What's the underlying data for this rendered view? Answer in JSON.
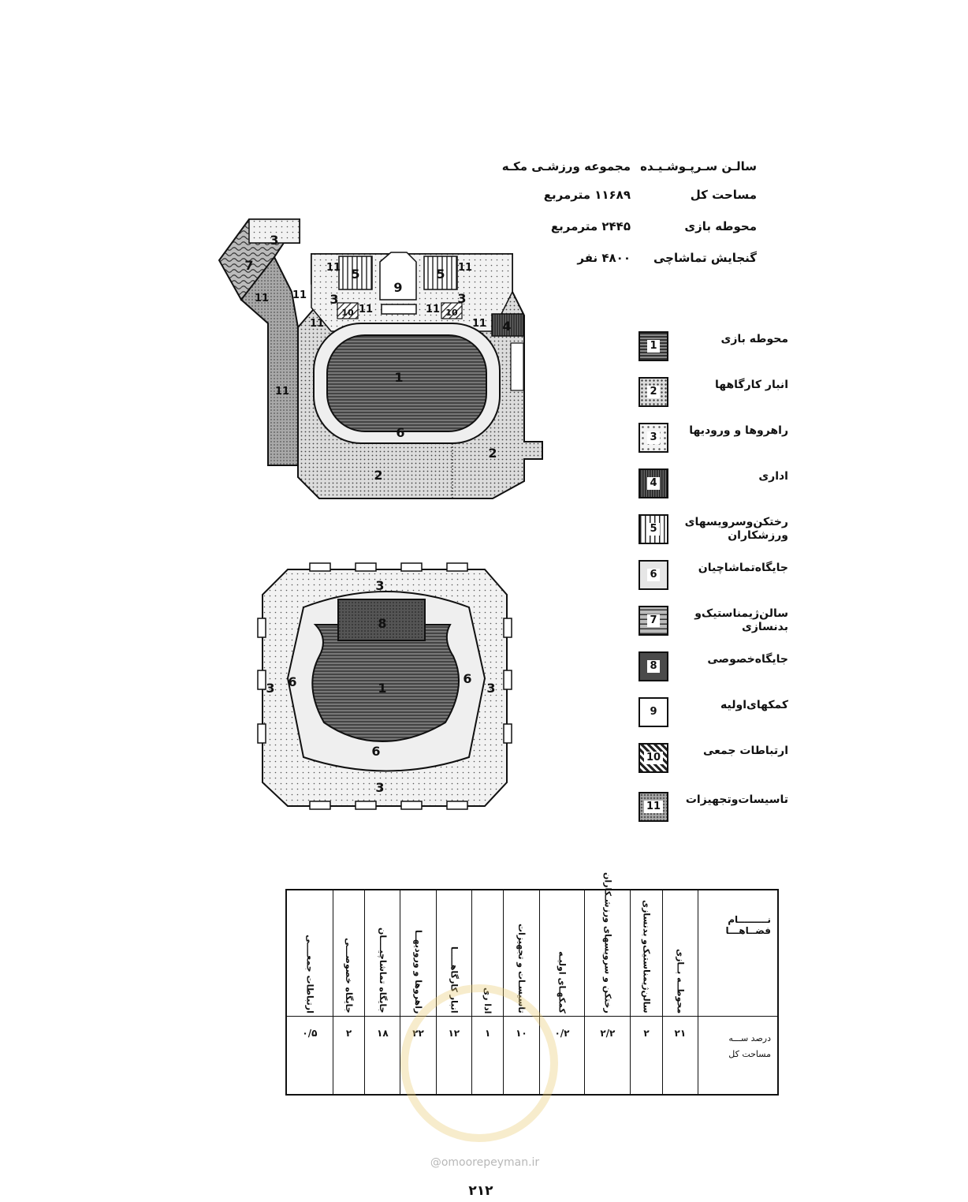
{
  "header": {
    "rows": [
      {
        "label": "سالـن سـرپـوشـیـده",
        "value": "مجموعه ورزشـی مکـه"
      },
      {
        "label": "مساحت کل",
        "value": "۱۱۶۸۹ مترمربع"
      },
      {
        "label": "محوطه بازی",
        "value": "۲۴۴۵ مترمربع"
      },
      {
        "label": "گنجایش تماشاچی",
        "value": "۴۸۰۰ نفر"
      }
    ]
  },
  "plan_labels": {
    "top": [
      "1",
      "2",
      "2",
      "3",
      "3",
      "3",
      "4",
      "5",
      "5",
      "6",
      "7",
      "9",
      "10",
      "10",
      "11",
      "11",
      "11",
      "11",
      "11",
      "11",
      "11",
      "11"
    ],
    "bottom": [
      "1",
      "3",
      "3",
      "3",
      "3",
      "6",
      "6",
      "6",
      "8"
    ]
  },
  "legend": [
    {
      "num": "1",
      "label": "محوطه بازی",
      "pattern": "hlines"
    },
    {
      "num": "2",
      "label": "انبار کارگاهها",
      "pattern": "dots-dense"
    },
    {
      "num": "3",
      "label": "راهروها و ورودیها",
      "pattern": "dots-sparse"
    },
    {
      "num": "4",
      "label": "اداری",
      "pattern": "vlines-dense"
    },
    {
      "num": "5",
      "label": "رختکن‌وسرویسهای ورزشکاران",
      "pattern": "vlines"
    },
    {
      "num": "6",
      "label": "جایگاه‌تماشاچیان",
      "pattern": "light"
    },
    {
      "num": "7",
      "label": "سالن‌ژیمناستیک‌و بدنسازی",
      "pattern": "waves"
    },
    {
      "num": "8",
      "label": "جایگاه‌خصوصی",
      "pattern": "dark"
    },
    {
      "num": "9",
      "label": "کمکهای‌اولیه",
      "pattern": "blank"
    },
    {
      "num": "10",
      "label": "ارتباطات جمعی",
      "pattern": "diag"
    },
    {
      "num": "11",
      "label": "تاسیسات‌وتجهیزات",
      "pattern": "dots-grey"
    }
  ],
  "table": {
    "row_header": "نـــــــــام فضــاهـــا",
    "value_header": "درصد ســـه مساحت کل",
    "columns": [
      {
        "name": "محوطــه بــازی",
        "value": "۲۱"
      },
      {
        "name": "سالن‌ژیمناستیک‌و بدنسازی",
        "value": "۲"
      },
      {
        "name": "رختکن و سرویسهای ورزشـکاران",
        "value": "۲/۲"
      },
      {
        "name": "کمکهـای اولیـه",
        "value": "۰/۲"
      },
      {
        "name": "تاسیسـات و تجهیزات",
        "value": "۱۰"
      },
      {
        "name": "ادا ری",
        "value": "۱"
      },
      {
        "name": "انبار کارگاهـــــا",
        "value": "۱۲"
      },
      {
        "name": "راهروها و ورودیهــا",
        "value": "۲۲"
      },
      {
        "name": "جایگاه تماشاچیــــان",
        "value": "۱۸"
      },
      {
        "name": "جایگاه خصوصـــی",
        "value": "۲"
      },
      {
        "name": "ارتباطات جمعــــی",
        "value": "۰/۵"
      }
    ]
  },
  "watermark": "@omoorepeyman.ir",
  "page_number": "۲۱۲"
}
